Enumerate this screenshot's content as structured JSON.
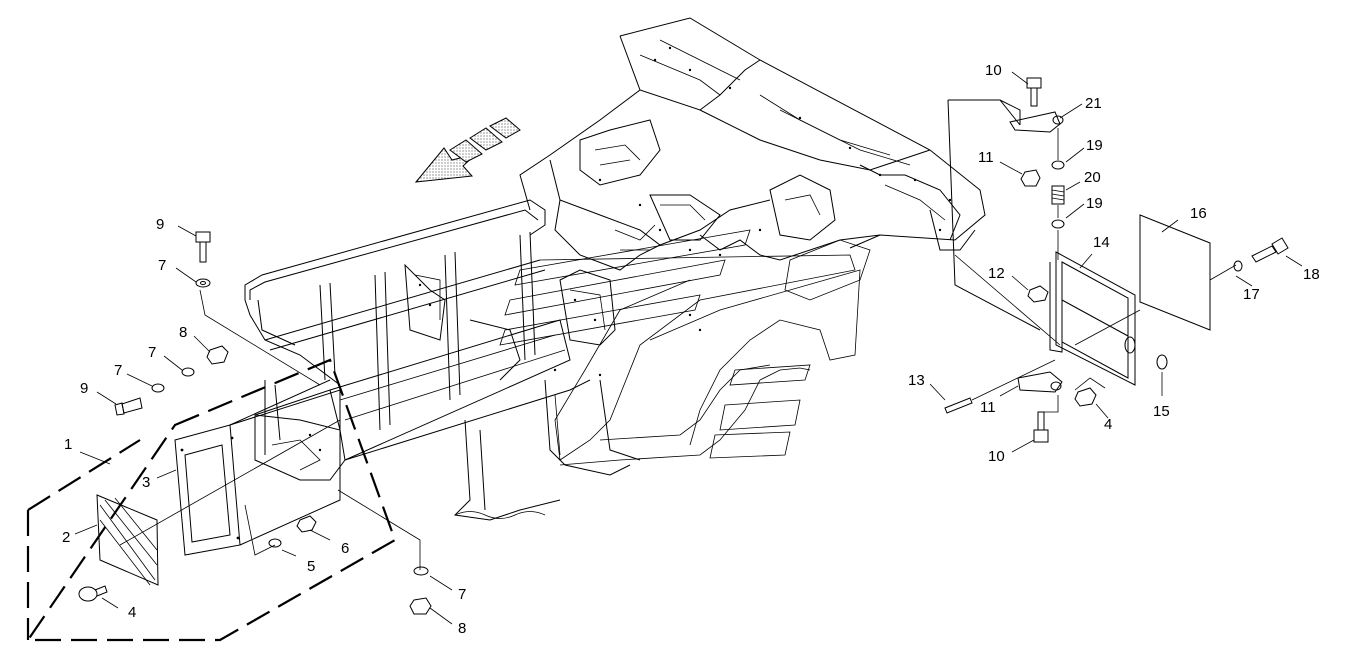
{
  "diagram": {
    "callouts": {
      "c1": "1",
      "c2": "2",
      "c3": "3",
      "c4a": "4",
      "c5": "5",
      "c6": "6",
      "c7a": "7",
      "c7b": "7",
      "c7c": "7",
      "c7d": "7",
      "c8a": "8",
      "c8b": "8",
      "c9a": "9",
      "c9b": "9",
      "c10a": "10",
      "c10b": "10",
      "c11a": "11",
      "c11b": "11",
      "c12": "12",
      "c13": "13",
      "c14": "14",
      "c15": "15",
      "c16": "16",
      "c17": "17",
      "c18": "18",
      "c19a": "19",
      "c19b": "19",
      "c20": "20",
      "c21": "21",
      "c4b": "4"
    }
  }
}
